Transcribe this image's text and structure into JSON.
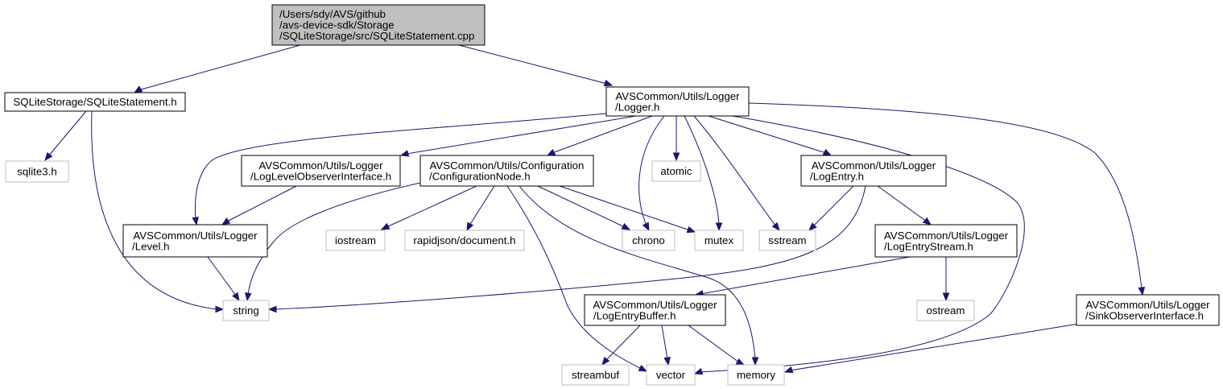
{
  "graph": {
    "title": "",
    "nodes": [
      {
        "id": "root",
        "lines": [
          "/Users/sdy/AVS/github",
          "/avs-device-sdk/Storage",
          "/SQLiteStorage/src/SQLiteStatement.cpp"
        ],
        "kind": "root"
      },
      {
        "id": "sqlite_statement_h",
        "lines": [
          "SQLiteStorage/SQLiteStatement.h"
        ],
        "kind": "internal"
      },
      {
        "id": "logger_h",
        "lines": [
          "AVSCommon/Utils/Logger",
          "/Logger.h"
        ],
        "kind": "internal"
      },
      {
        "id": "sqlite3_h",
        "lines": [
          "sqlite3.h"
        ],
        "kind": "external"
      },
      {
        "id": "log_level_observer_h",
        "lines": [
          "AVSCommon/Utils/Logger",
          "/LogLevelObserverInterface.h"
        ],
        "kind": "internal"
      },
      {
        "id": "configuration_node_h",
        "lines": [
          "AVSCommon/Utils/Configuration",
          "/ConfigurationNode.h"
        ],
        "kind": "internal"
      },
      {
        "id": "atomic",
        "lines": [
          "atomic"
        ],
        "kind": "external"
      },
      {
        "id": "log_entry_h",
        "lines": [
          "AVSCommon/Utils/Logger",
          "/LogEntry.h"
        ],
        "kind": "internal"
      },
      {
        "id": "level_h",
        "lines": [
          "AVSCommon/Utils/Logger",
          "/Level.h"
        ],
        "kind": "internal"
      },
      {
        "id": "iostream",
        "lines": [
          "iostream"
        ],
        "kind": "external"
      },
      {
        "id": "rapidjson_document_h",
        "lines": [
          "rapidjson/document.h"
        ],
        "kind": "external"
      },
      {
        "id": "chrono",
        "lines": [
          "chrono"
        ],
        "kind": "external"
      },
      {
        "id": "mutex",
        "lines": [
          "mutex"
        ],
        "kind": "external"
      },
      {
        "id": "sstream",
        "lines": [
          "sstream"
        ],
        "kind": "external"
      },
      {
        "id": "log_entry_stream_h",
        "lines": [
          "AVSCommon/Utils/Logger",
          "/LogEntryStream.h"
        ],
        "kind": "internal"
      },
      {
        "id": "string",
        "lines": [
          "string"
        ],
        "kind": "external"
      },
      {
        "id": "log_entry_buffer_h",
        "lines": [
          "AVSCommon/Utils/Logger",
          "/LogEntryBuffer.h"
        ],
        "kind": "internal"
      },
      {
        "id": "ostream",
        "lines": [
          "ostream"
        ],
        "kind": "external"
      },
      {
        "id": "sink_observer_h",
        "lines": [
          "AVSCommon/Utils/Logger",
          "/SinkObserverInterface.h"
        ],
        "kind": "internal"
      },
      {
        "id": "streambuf",
        "lines": [
          "streambuf"
        ],
        "kind": "external"
      },
      {
        "id": "vector",
        "lines": [
          "vector"
        ],
        "kind": "external"
      },
      {
        "id": "memory",
        "lines": [
          "memory"
        ],
        "kind": "external"
      }
    ],
    "edges": [
      {
        "from": "root",
        "to": "sqlite_statement_h"
      },
      {
        "from": "root",
        "to": "logger_h"
      },
      {
        "from": "sqlite_statement_h",
        "to": "sqlite3_h"
      },
      {
        "from": "sqlite_statement_h",
        "to": "string"
      },
      {
        "from": "logger_h",
        "to": "level_h"
      },
      {
        "from": "logger_h",
        "to": "log_level_observer_h"
      },
      {
        "from": "logger_h",
        "to": "configuration_node_h"
      },
      {
        "from": "logger_h",
        "to": "chrono"
      },
      {
        "from": "logger_h",
        "to": "atomic"
      },
      {
        "from": "logger_h",
        "to": "mutex"
      },
      {
        "from": "logger_h",
        "to": "sstream"
      },
      {
        "from": "logger_h",
        "to": "log_entry_h"
      },
      {
        "from": "logger_h",
        "to": "vector"
      },
      {
        "from": "logger_h",
        "to": "sink_observer_h"
      },
      {
        "from": "log_level_observer_h",
        "to": "level_h"
      },
      {
        "from": "level_h",
        "to": "string"
      },
      {
        "from": "configuration_node_h",
        "to": "string"
      },
      {
        "from": "configuration_node_h",
        "to": "iostream"
      },
      {
        "from": "configuration_node_h",
        "to": "rapidjson_document_h"
      },
      {
        "from": "configuration_node_h",
        "to": "chrono"
      },
      {
        "from": "configuration_node_h",
        "to": "mutex"
      },
      {
        "from": "configuration_node_h",
        "to": "memory"
      },
      {
        "from": "configuration_node_h",
        "to": "vector"
      },
      {
        "from": "log_entry_h",
        "to": "sstream"
      },
      {
        "from": "log_entry_h",
        "to": "string"
      },
      {
        "from": "log_entry_h",
        "to": "log_entry_stream_h"
      },
      {
        "from": "log_entry_stream_h",
        "to": "log_entry_buffer_h"
      },
      {
        "from": "log_entry_stream_h",
        "to": "ostream"
      },
      {
        "from": "log_entry_buffer_h",
        "to": "streambuf"
      },
      {
        "from": "log_entry_buffer_h",
        "to": "vector"
      },
      {
        "from": "log_entry_buffer_h",
        "to": "memory"
      },
      {
        "from": "sink_observer_h",
        "to": "memory"
      }
    ],
    "colors": {
      "edge": "#191970",
      "root_fill": "#bfbfbf",
      "root_stroke": "#000000",
      "internal_fill": "#ffffff",
      "internal_stroke": "#000000",
      "external_fill": "#ffffff",
      "external_stroke": "#bfbfbf",
      "external_text": "#000000"
    }
  }
}
